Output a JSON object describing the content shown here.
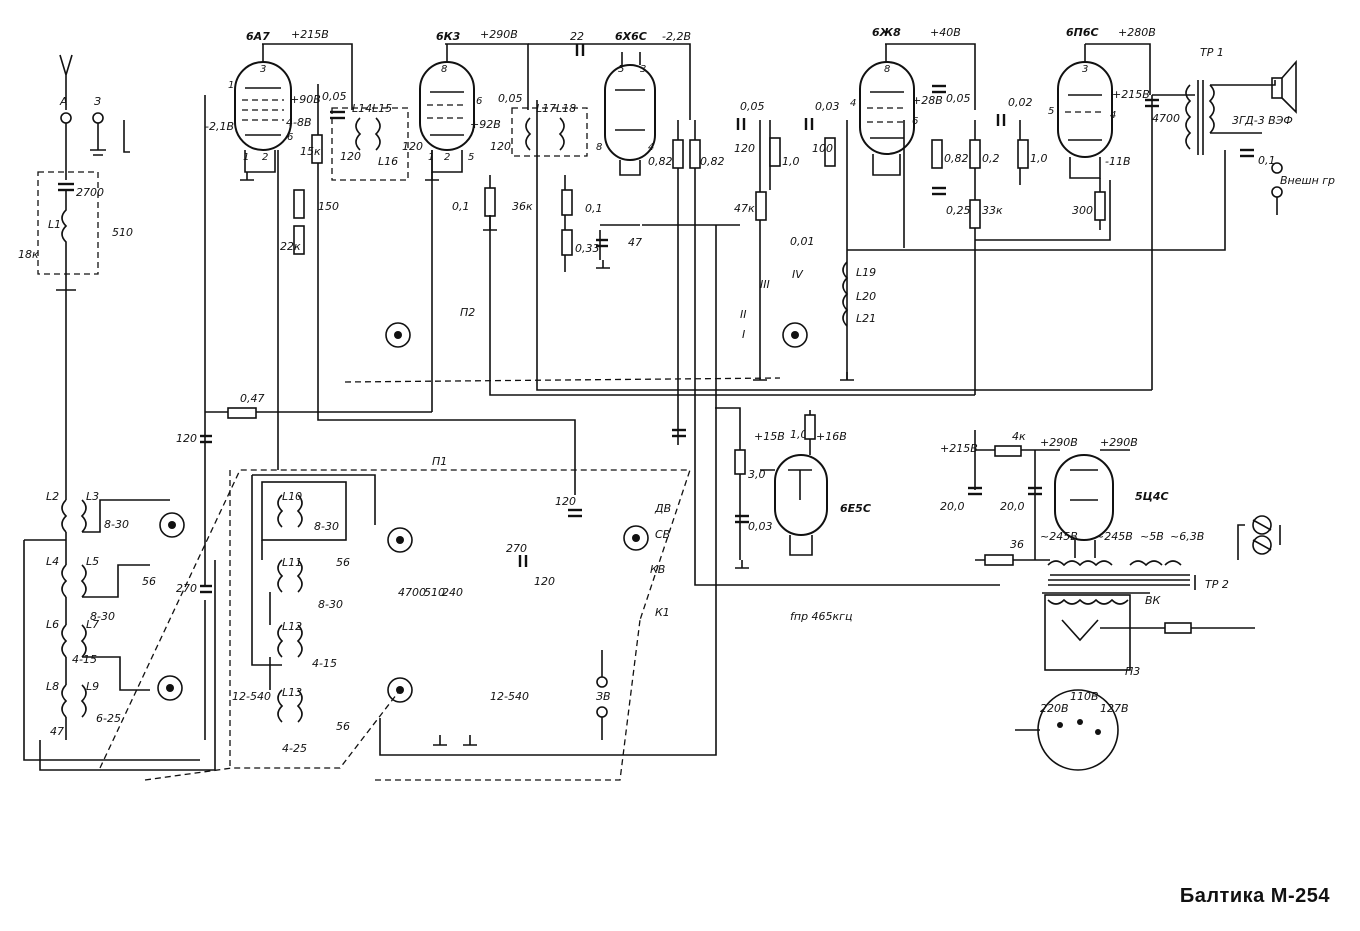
{
  "title": "Балтика М-254",
  "tubes": [
    {
      "id": "v1",
      "type": "6А7",
      "volt": "+215В"
    },
    {
      "id": "v2",
      "type": "6К3",
      "volt": "+290В"
    },
    {
      "id": "v3",
      "type": "6Х6С",
      "volt": "-2,2В"
    },
    {
      "id": "v4",
      "type": "6Ж8",
      "volt": "+40В"
    },
    {
      "id": "v5",
      "type": "6П6С",
      "volt": "+280В"
    },
    {
      "id": "v6",
      "type": "6Е5С",
      "volt": "+15В"
    },
    {
      "id": "v7",
      "type": "5Ц4С",
      "volt": "+290В"
    }
  ],
  "switches": [
    {
      "id": "p1",
      "label": "П1"
    },
    {
      "id": "p2",
      "label": "П2"
    },
    {
      "id": "p3",
      "label": "П3"
    }
  ],
  "coils": [
    "L1",
    "L2",
    "L3",
    "L4",
    "L5",
    "L6",
    "L7",
    "L8",
    "L9",
    "L10",
    "L11",
    "L12",
    "L13",
    "L14",
    "L15",
    "L16",
    "L17",
    "L18",
    "L19",
    "L20",
    "L21"
  ],
  "values": {
    "v1_cath_a": "-2,1В",
    "v1_g": "+90В",
    "v1_g2": "4-8В",
    "v2_g2": "+92В",
    "v4_g2": "+28В",
    "v5_g2": "+215В",
    "v5_k": "-11В",
    "v6_a": "+15В",
    "v6_b": "+16В",
    "c_2700": "2700",
    "c_510": "510",
    "r_18k": "18к",
    "c_120a": "120",
    "c_0_05a": "0,05",
    "r_15k": "15к",
    "c_120b": "120",
    "c_22": "22",
    "r_150": "150",
    "r_22k": "22к",
    "c_0_1a": "0,1",
    "r_36k": "36к",
    "c_0_1b": "0,1",
    "r_0_33": "0,33",
    "c_47a": "47",
    "r_0_82a": "0,82",
    "r_0_82b": "0,82",
    "c_0_05b": "0,05",
    "c_0_03a": "0,03",
    "r_1_0a": "1,0",
    "r_100": "100",
    "r_47k": "47к",
    "c_0_01": "0,01",
    "c_0_05c": "0,05",
    "r_0_82c": "0,82",
    "r_0_2": "0,2",
    "c_0_25": "0,25",
    "r_33k": "33к",
    "c_0_02": "0,02",
    "r_1_0b": "1,0",
    "r_300": "300",
    "c_4700": "4700",
    "c_0_1c": "0,1",
    "r_0_47": "0,47",
    "c_120c": "120",
    "c_270a": "270",
    "c_120d": "120",
    "c_270b": "270",
    "c_4700b": "4700",
    "c_510b": "510",
    "c_240": "240",
    "r_1_0c": "1,0",
    "r_3_0": "3,0",
    "c_0_03b": "0,03",
    "r_4k": "4к",
    "c_20a": "20,0",
    "c_20b": "20,0",
    "r_36": "36",
    "c_47b": "47",
    "c_120e": "120",
    "tr1": "ТР 1",
    "tr2": "ТР 2",
    "speaker": "3ГД-3 ВЭФ",
    "ext": "Внешн гр",
    "if": "fпр 465кгц",
    "vk": "ВК",
    "zv": "ЗВ",
    "ranges": [
      "8-30",
      "8-30",
      "4-15",
      "6-25",
      "8-30",
      "8-30",
      "4-15",
      "4-25",
      "12-540",
      "12-540",
      "56",
      "56",
      "56",
      "47"
    ],
    "v1_plate": "+215В",
    "v7_anodes": [
      "~245В",
      "~245В",
      "~5В",
      "~6,3В"
    ],
    "v7_feed": "+215В",
    "mains": [
      "220В",
      "110В",
      "127В"
    ],
    "band": [
      "ДВ",
      "СВ",
      "КВ",
      "К1"
    ],
    "roman": [
      "I",
      "II",
      "III",
      "IV"
    ],
    "v4_plate": "+40В",
    "v5_plate": "+280В",
    "v3_plate": "-2,2В",
    "v6_feed": "+15В",
    "v2_plate": "+290В"
  }
}
